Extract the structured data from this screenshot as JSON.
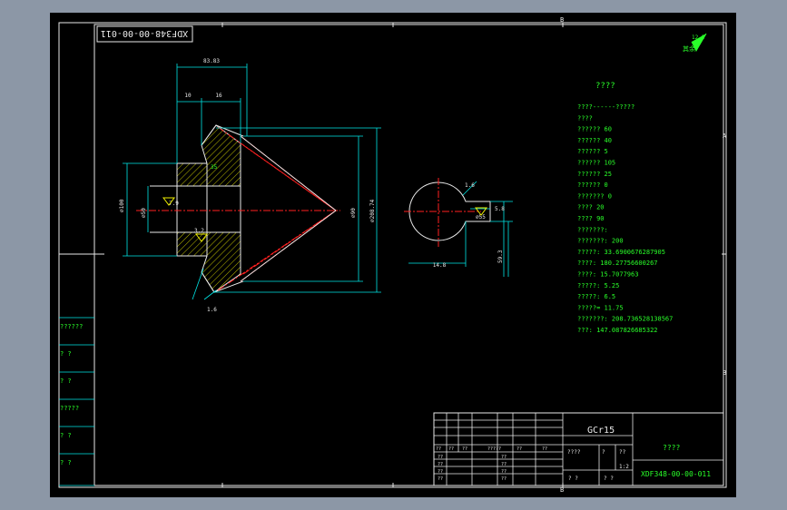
{
  "drawing_number": "XDF348-00-00-011",
  "material": "GCr15",
  "roughness_symbol": "12.5",
  "roughness_note": "其余",
  "zone_letters": {
    "top": "B",
    "bottom": "B",
    "right_a": "A",
    "right_b": "B"
  },
  "dimensions": {
    "d_top": "83.83",
    "d_10": "10",
    "d_16": "16",
    "d_35": "35",
    "d_7_9": "7.9",
    "d_left_dia": "⌀100",
    "d_center": "⌀50",
    "d_tip": "⌀90",
    "d_large": "⌀208.74",
    "d_3_2": "3.2",
    "d_1_6": "1.6",
    "d_bore": "⌀55",
    "d_keyway": "14.8",
    "d_key_h": "59.3",
    "d_key_w": "5.8",
    "d_bot": "1.6"
  },
  "params": {
    "title": "????",
    "rows": [
      "????------?????",
      "????",
      "?????? 60",
      "?????? 40",
      "?????? 5",
      "?????? 105",
      "?????? 25",
      "?????? 0",
      "??????? 0",
      "???? 20",
      "???? 90",
      "???????:",
      "???????: 200",
      "?????: 33.6900676287905",
      "????: 180.27756600267",
      "????: 15.7077963",
      "?????: 5.25",
      "?????: 6.5",
      "?????= 11.75",
      "???????: 208.736528138567",
      "???: 147.087826685322"
    ]
  },
  "side_table": [
    "??????",
    "? ?",
    "? ?",
    "?????",
    "? ?",
    "? ?"
  ],
  "title_block": {
    "company": "????",
    "weight_header": "????",
    "col_a": "?",
    "col_b": "??",
    "scale": "1:2",
    "sheet_a": "? ?",
    "sheet_b": "? ?",
    "headers": [
      "??",
      "??",
      "??",
      "?????",
      "??",
      "??"
    ],
    "left_labels": [
      "??",
      "??",
      "??",
      "??"
    ],
    "mid_labels": [
      "??",
      "??",
      "??",
      "??"
    ]
  }
}
